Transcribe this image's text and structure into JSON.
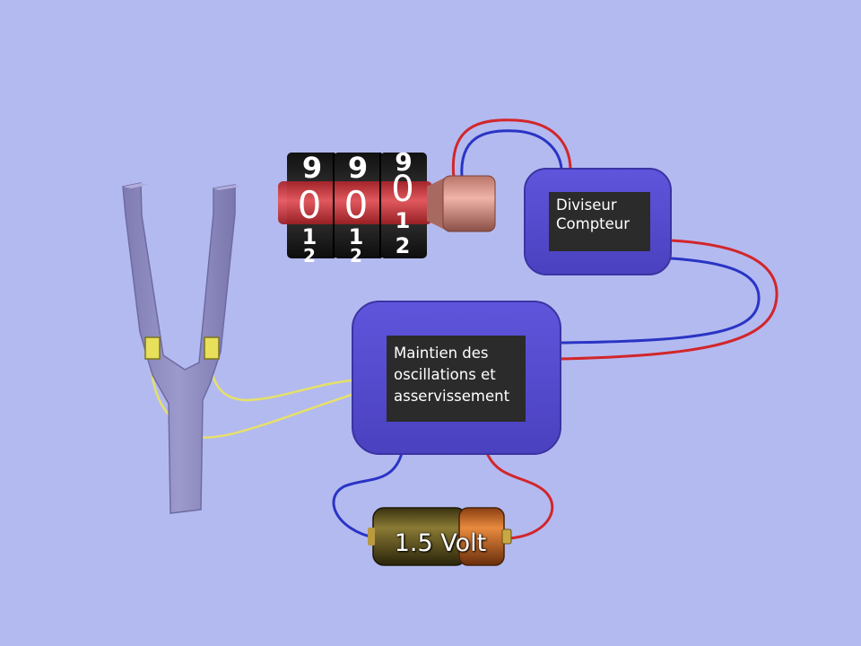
{
  "counter": {
    "digits": [
      {
        "above": "9",
        "current": "0",
        "below1": "1",
        "below2": "2"
      },
      {
        "above": "9",
        "current": "0",
        "below1": "1",
        "below2": "2"
      },
      {
        "above": "9",
        "current": "0",
        "below1": "1",
        "below2": "2"
      }
    ]
  },
  "divider_box": {
    "label": "Diviseur\nCompteur"
  },
  "control_box": {
    "label": "Maintien des\noscillations et\nasservissement"
  },
  "battery": {
    "label": "1.5 Volt"
  },
  "colors": {
    "background": "#b3baf0",
    "box_fill": "#5a4fd6",
    "label_fill": "#2b2b2b",
    "wire_red": "#d2262b",
    "wire_blue": "#2a34c4",
    "fork": "#8e8bbf",
    "sensor_wire": "#e6e06a",
    "counter_red": "#d8383e"
  }
}
